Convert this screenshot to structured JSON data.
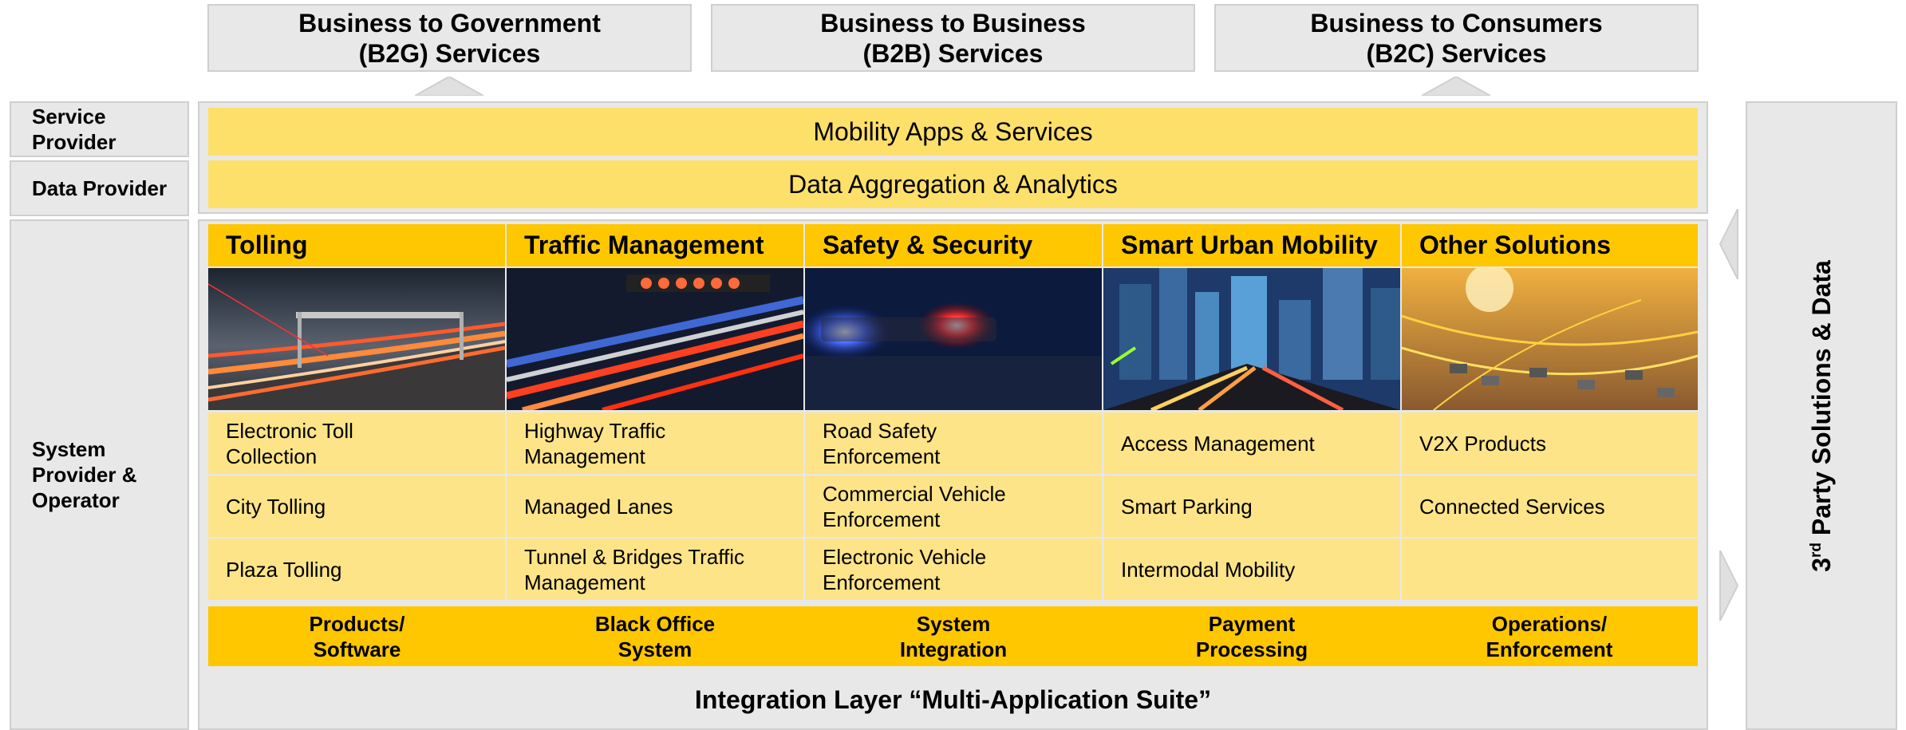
{
  "top_services": [
    {
      "text": "Business to Government\n(B2G) Services"
    },
    {
      "text": "Business to Business\n(B2B) Services"
    },
    {
      "text": "Business to Consumers\n(B2C) Services"
    }
  ],
  "side_labels": {
    "service_provider": "Service\nProvider",
    "data_provider": "Data Provider",
    "system_provider": "System\nProvider &\nOperator"
  },
  "layers": {
    "mobility_apps": "Mobility Apps & Services",
    "data_aggregation": "Data Aggregation & Analytics",
    "integration": "Integration Layer “Multi-Application Suite”"
  },
  "third_party": {
    "prefix": "3",
    "sup": "rd",
    "rest": " Party Solutions & Data"
  },
  "columns": [
    {
      "title": "Tolling",
      "image": "tolling-highway-gantry-photo",
      "items": [
        "Electronic Toll\nCollection",
        "City Tolling",
        "Plaza Tolling"
      ]
    },
    {
      "title": "Traffic Management",
      "image": "traffic-light-trails-photo",
      "items": [
        "Highway Traffic\nManagement",
        "Managed Lanes",
        "Tunnel & Bridges Traffic\nManagement"
      ]
    },
    {
      "title": "Safety & Security",
      "image": "police-light-photo",
      "items": [
        "Road Safety\nEnforcement",
        "Commercial Vehicle\nEnforcement",
        "Electronic Vehicle\nEnforcement"
      ]
    },
    {
      "title": "Smart Urban Mobility",
      "image": "city-skyline-photo",
      "items": [
        "Access Management",
        "Smart Parking",
        "Intermodal Mobility"
      ]
    },
    {
      "title": "Other Solutions",
      "image": "connected-traffic-photo",
      "items": [
        "V2X Products",
        "Connected Services",
        ""
      ]
    }
  ],
  "capabilities": [
    "Products/\nSoftware",
    "Black Office\nSystem",
    "System\nIntegration",
    "Payment\nProcessing",
    "Operations/\nEnforcement"
  ],
  "colors": {
    "accent": "#ffc700",
    "light_yellow": "#fde06a",
    "panel": "#e8e8e8"
  }
}
